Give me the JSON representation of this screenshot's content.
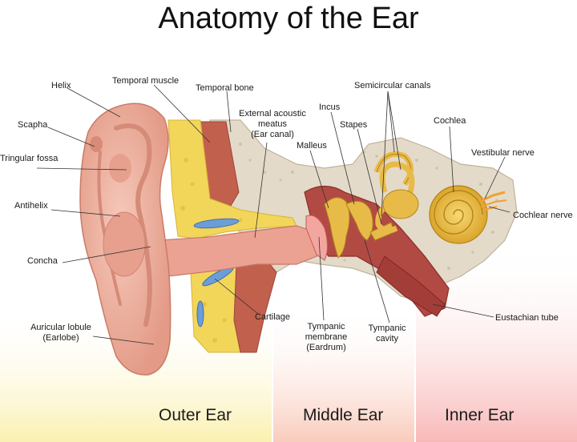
{
  "title": "Anatomy of the Ear",
  "labels": {
    "helix": "Helix",
    "temporal_muscle": "Temporal muscle",
    "temporal_bone": "Temporal bone",
    "external_meatus_1": "External acoustic",
    "external_meatus_2": "meatus",
    "external_meatus_3": "(Ear canal)",
    "scapha": "Scapha",
    "triangular_fossa": "Tringular fossa",
    "antihelix": "Antihelix",
    "concha": "Concha",
    "lobule_1": "Auricular lobule",
    "lobule_2": "(Earlobe)",
    "semicircular_canals": "Semicircular canals",
    "incus": "Incus",
    "stapes": "Stapes",
    "cochlea": "Cochlea",
    "malleus": "Malleus",
    "vestibular_nerve": "Vestibular nerve",
    "cochlear_nerve": "Cochlear nerve",
    "cartilage": "Cartilage",
    "tympanic_membrane_1": "Tympanic",
    "tympanic_membrane_2": "membrane",
    "tympanic_membrane_3": "(Eardrum)",
    "tympanic_cavity_1": "Tympanic",
    "tympanic_cavity_2": "cavity",
    "eustachian_tube": "Eustachian tube"
  },
  "sections": {
    "outer": "Outer Ear",
    "middle": "Middle Ear",
    "inner": "Inner Ear"
  },
  "colors": {
    "outer_region": "#fdf6c8",
    "middle_region": "#fcd8cc",
    "inner_region": "#fbcaca",
    "skin": "#eeaa98",
    "bone": "#e0d8c8",
    "fat": "#f3d860",
    "muscle": "#c05a4a",
    "cochlea": "#f0c040"
  }
}
